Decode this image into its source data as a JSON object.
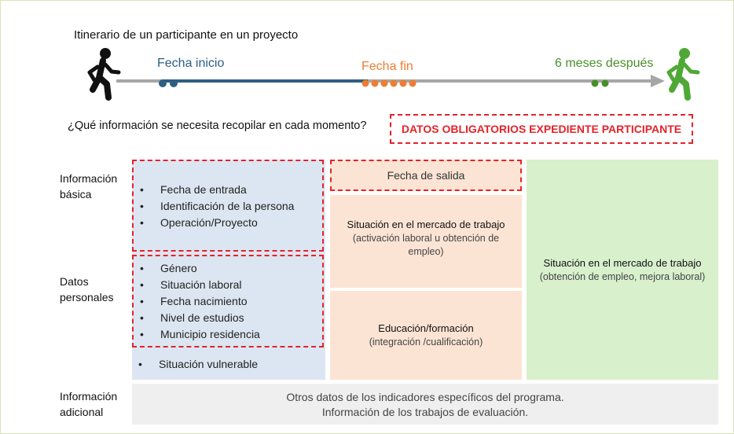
{
  "title": "Itinerario de un participante en un proyecto",
  "timeline": {
    "start_label": "Fecha inicio",
    "end_label": "Fecha fin",
    "after_label": "6 meses después",
    "colors": {
      "start": "#2e5f82",
      "end": "#ee7d31",
      "after": "#4a8e2a",
      "line": "#a6a6a6"
    }
  },
  "question": "¿Qué información se necesita recopilar en cada momento?",
  "legend": "DATOS OBLIGATORIOS EXPEDIENTE PARTICIPANTE",
  "rows": {
    "basic": "Información básica",
    "personal": "Datos personales",
    "additional": "Información adicional"
  },
  "entry": {
    "basic_items": [
      "Fecha de entrada",
      "Identificación de la persona",
      "Operación/Proyecto"
    ],
    "personal_items": [
      "Género",
      "Situación laboral",
      "Fecha nacimiento",
      "Nivel de estudios",
      "Municipio residencia"
    ],
    "vulnerable_item": "Situación vulnerable"
  },
  "exit": {
    "date": "Fecha de salida",
    "labour_title": "Situación en el mercado de trabajo",
    "labour_sub": "(activación laboral u obtención de empleo)",
    "education_title": "Educación/formación",
    "education_sub": "(integración /cualificación)"
  },
  "after": {
    "labour_title": "Situación en el mercado de trabajo",
    "labour_sub": "(obtención de empleo, mejora laboral)"
  },
  "additional": {
    "line1": "Otros datos de los indicadores específicos del programa.",
    "line2": "Información de los trabajos de evaluación."
  }
}
